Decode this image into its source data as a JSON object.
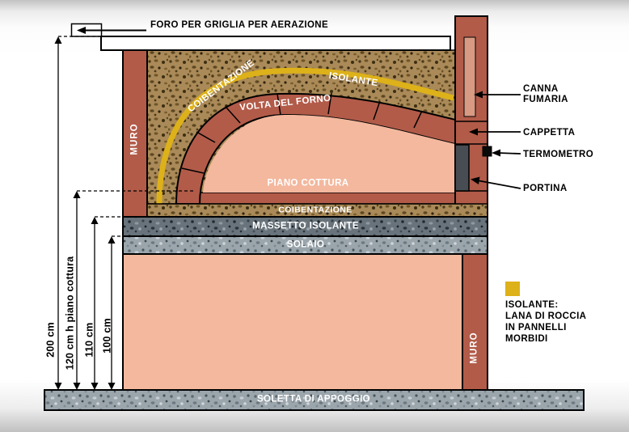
{
  "colors": {
    "brick": "#b25b49",
    "salmon": "#f3b89e",
    "yellow": "#ddb119",
    "flue": "#d89a83",
    "door": "#474d52",
    "ink": "#000000"
  },
  "top": {
    "foro_label": "FORO PER GRIGLIA PER AERAZIONE"
  },
  "oven": {
    "muro_left": "MURO",
    "coibentazione_dome": "COIBENTAZIONE",
    "isolante_dome": "ISOLANTE",
    "volta": "VOLTA DEL FORNO",
    "piano_cottura": "PIANO COTTURA",
    "coibentazione_base": "COIBENTAZIONE",
    "massetto": "MASSETTO ISOLANTE",
    "solaio": "SOLAIO",
    "muro_right": "MURO",
    "soletta": "SOLETTA DI APPOGGIO"
  },
  "callouts": {
    "canna_fumaria": "CANNA\nFUMARIA",
    "cappetta": "CAPPETTA",
    "termometro": "TERMOMETRO",
    "portina": "PORTINA"
  },
  "dimensions": {
    "d200": "200 cm",
    "d120": "120 cm h piano cottura",
    "d110": "110 cm",
    "d100": "100 cm"
  },
  "legend": {
    "swatch_color": "#ddb119",
    "lines": [
      "ISOLANTE:",
      "LANA DI ROCCIA",
      "IN PANNELLI",
      "MORBIDI"
    ]
  }
}
